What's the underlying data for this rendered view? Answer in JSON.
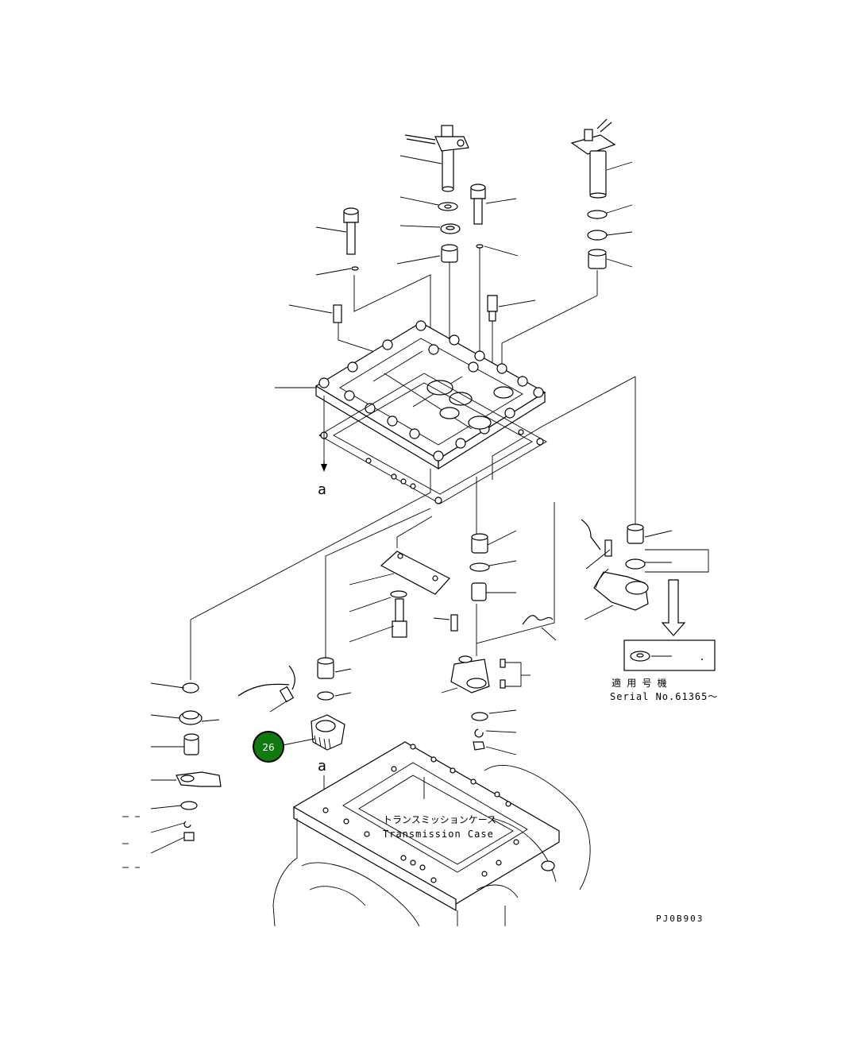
{
  "labels": {
    "view_marker_upper": "a",
    "view_marker_lower": "a",
    "case_label_jp": "トランスミッションケース",
    "case_label_en": "Transmission Case",
    "serial_label_jp": "適 用 号 機",
    "serial_label_en": "Serial No.61365～",
    "drawing_code": "PJ0B903"
  },
  "callouts": [
    {
      "id": "26",
      "label": "26",
      "color": "#107a10"
    }
  ],
  "icons": {
    "arrow": "down-arrow-icon"
  }
}
